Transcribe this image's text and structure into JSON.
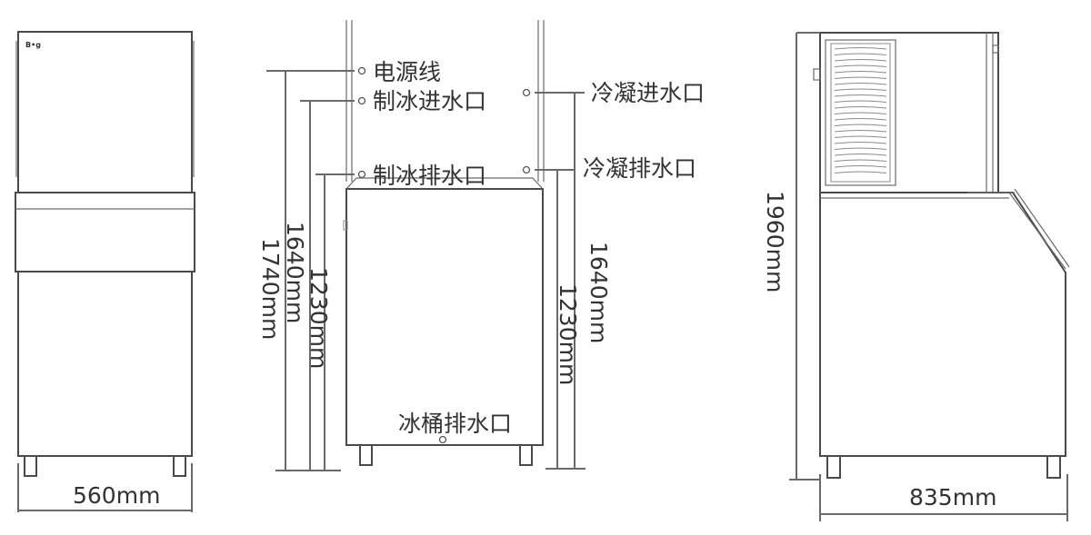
{
  "front_view": {
    "width_label": "560mm"
  },
  "side_view": {
    "labels": {
      "power_cord": "电源线",
      "ice_water_inlet": "制冰进水口",
      "ice_water_drain": "制冰排水口",
      "condenser_water_inlet": "冷凝进水口",
      "condenser_water_drain": "冷凝排水口",
      "bin_drain": "冰桶排水口"
    },
    "dimensions": {
      "d1740": "1740mm",
      "d1640_left": "1640mm",
      "d1230_left": "1230mm",
      "d1640_right": "1640mm",
      "d1230_right": "1230mm"
    }
  },
  "rear_view": {
    "height_label": "1960mm",
    "depth_label": "835mm"
  },
  "icons": [
    "logo-badge",
    "port-marker",
    "condenser-grille"
  ],
  "colors": {
    "line": "#4a4a4a",
    "text": "#333333",
    "background": "#ffffff"
  }
}
